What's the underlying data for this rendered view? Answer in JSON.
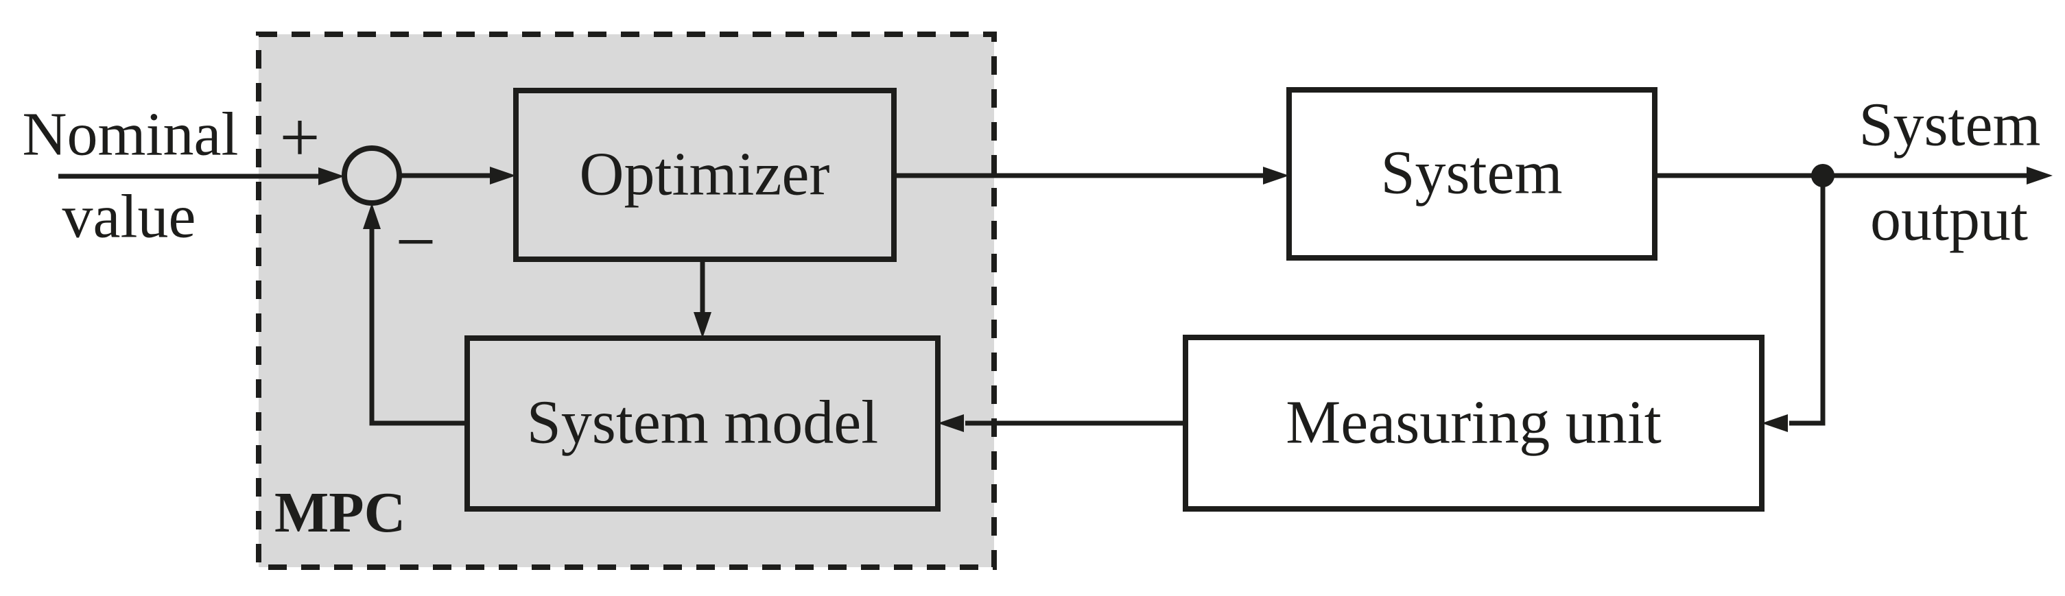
{
  "labels": {
    "input_line1": "Nominal",
    "input_line2": "value",
    "plus_sign": "+",
    "minus_sign": "−",
    "mpc_region": "MPC",
    "optimizer_block": "Optimizer",
    "system_model_block": "System model",
    "system_block": "System",
    "measuring_unit_block": "Measuring unit",
    "output_line1": "System",
    "output_line2": "output"
  },
  "colors": {
    "background": "#ffffff",
    "mpc_region_fill": "#d9d9d9",
    "stroke": "#1d1d1b",
    "text": "#1d1d1b"
  }
}
